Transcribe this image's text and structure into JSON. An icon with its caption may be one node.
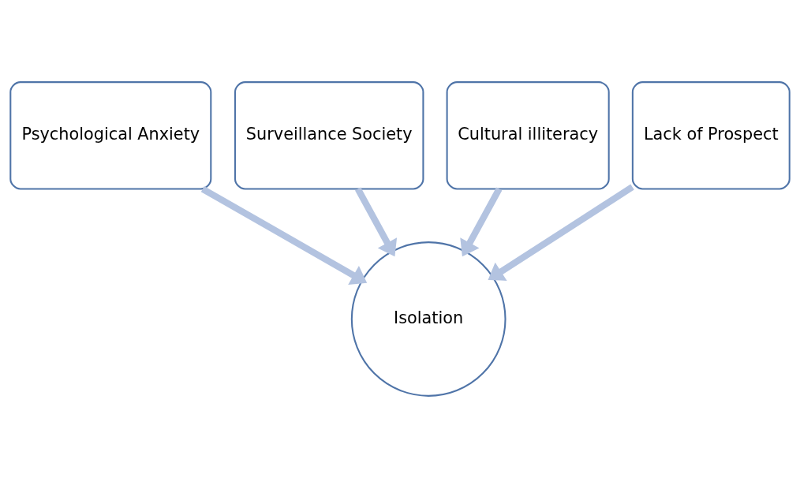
{
  "diagram": {
    "nodes": [
      {
        "text": [
          "Psychological Anxiety"
        ]
      },
      {
        "text": [
          "Surveillance Society"
        ]
      },
      {
        "text": [
          "Cultural illiteracy"
        ]
      },
      {
        "text": [
          "Lack of Prospect"
        ]
      },
      {
        "text": [
          "Isolation"
        ]
      }
    ],
    "edges": [
      {
        "from": 0,
        "to": 4,
        "arrow": "to"
      },
      {
        "from": 1,
        "to": 4,
        "arrow": "to"
      },
      {
        "from": 2,
        "to": 4,
        "arrow": "to"
      },
      {
        "from": 3,
        "to": 4,
        "arrow": "to"
      }
    ]
  }
}
